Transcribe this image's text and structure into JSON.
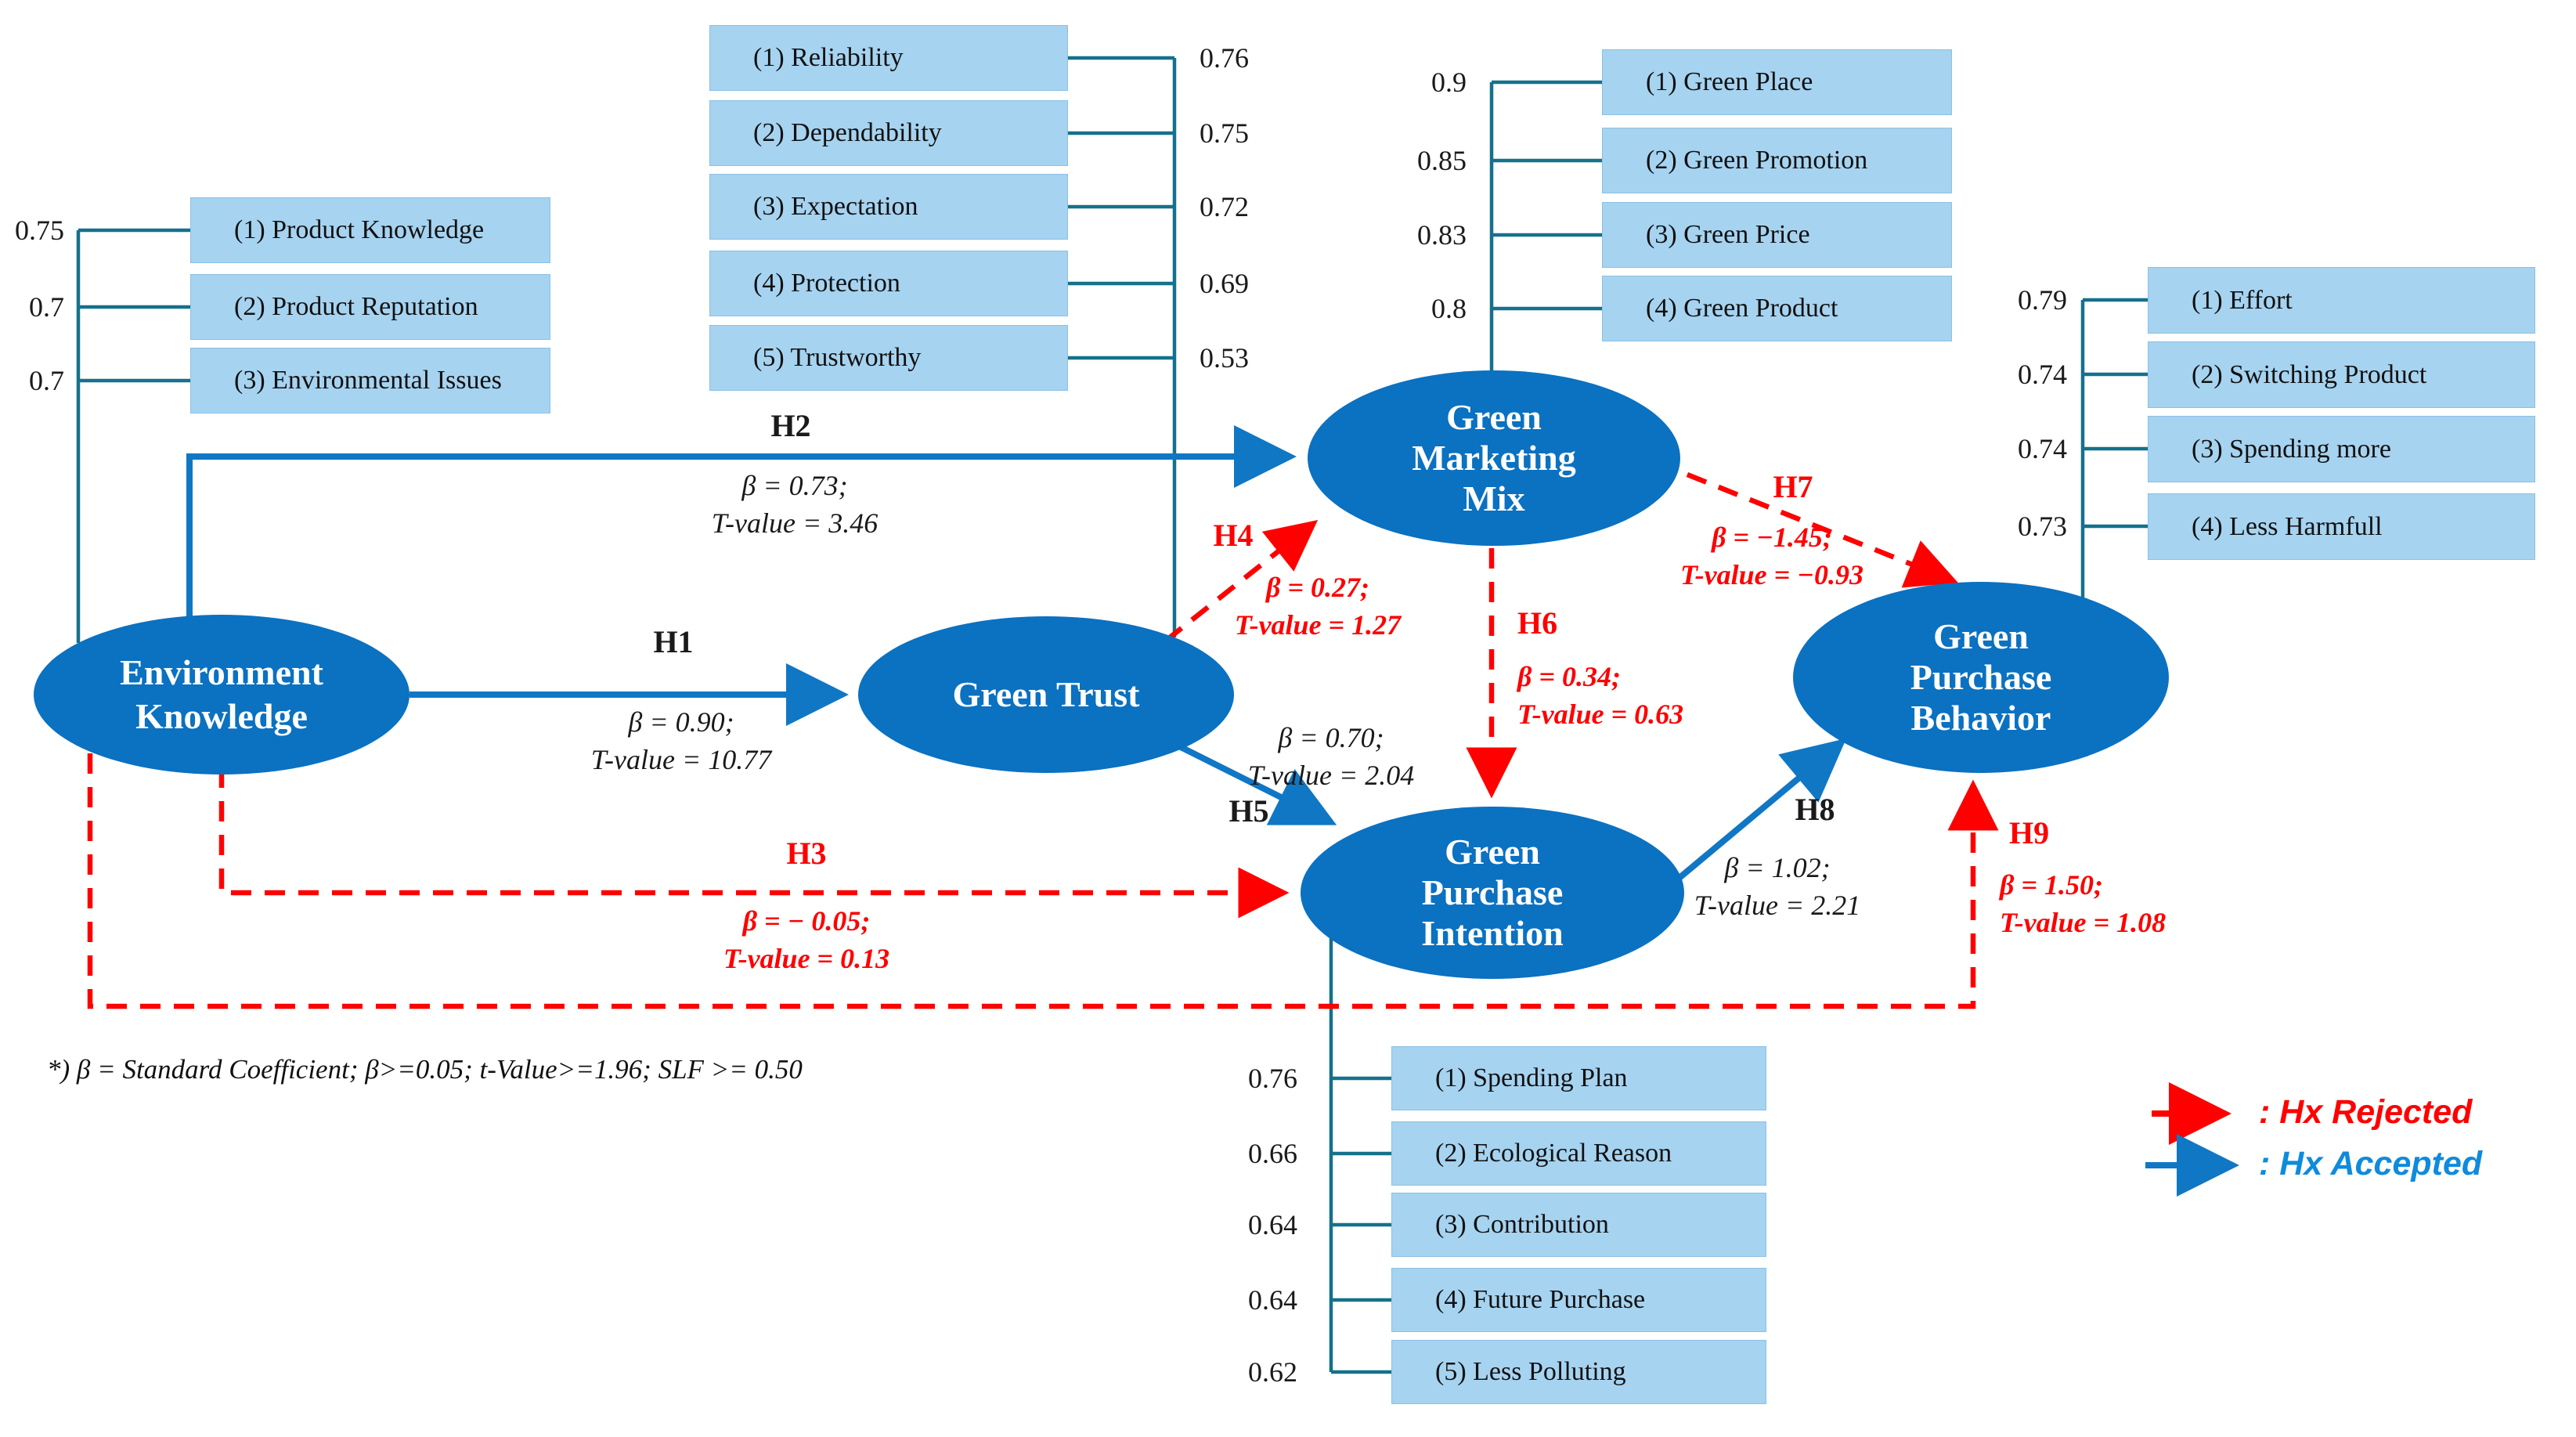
{
  "diagram": {
    "constructs": {
      "environment_knowledge": "Environment\nKnowledge",
      "green_trust": "Green Trust",
      "green_marketing_mix": "Green\nMarketing\nMix",
      "green_purchase_intention": "Green\nPurchase\nIntention",
      "green_purchase_behavior": "Green\nPurchase\nBehavior"
    },
    "indicators": {
      "environment_knowledge": [
        {
          "value": "0.75",
          "label": "(1) Product Knowledge"
        },
        {
          "value": "0.7",
          "label": "(2) Product Reputation"
        },
        {
          "value": "0.7",
          "label": "(3) Environmental Issues"
        }
      ],
      "green_trust": [
        {
          "value": "0.76",
          "label": "(1) Reliability"
        },
        {
          "value": "0.75",
          "label": "(2) Dependability"
        },
        {
          "value": "0.72",
          "label": "(3) Expectation"
        },
        {
          "value": "0.69",
          "label": "(4) Protection"
        },
        {
          "value": "0.53",
          "label": "(5) Trustworthy"
        }
      ],
      "green_marketing_mix": [
        {
          "value": "0.9",
          "label": "(1) Green Place"
        },
        {
          "value": "0.85",
          "label": "(2) Green Promotion"
        },
        {
          "value": "0.83",
          "label": "(3) Green Price"
        },
        {
          "value": "0.8",
          "label": "(4) Green Product"
        }
      ],
      "green_purchase_behavior": [
        {
          "value": "0.79",
          "label": "(1) Effort"
        },
        {
          "value": "0.74",
          "label": "(2) Switching Product"
        },
        {
          "value": "0.74",
          "label": "(3) Spending more"
        },
        {
          "value": "0.73",
          "label": "(4) Less Harmfull"
        }
      ],
      "green_purchase_intention": [
        {
          "value": "0.76",
          "label": "(1) Spending Plan"
        },
        {
          "value": "0.66",
          "label": "(2) Ecological Reason"
        },
        {
          "value": "0.64",
          "label": "(3) Contribution"
        },
        {
          "value": "0.64",
          "label": "(4) Future Purchase"
        },
        {
          "value": "0.62",
          "label": "(5) Less Polluting"
        }
      ]
    },
    "hypotheses": {
      "h1": {
        "label": "H1",
        "beta": "β = 0.90;",
        "tvalue": "T-value = 10.77",
        "status": "accepted"
      },
      "h2": {
        "label": "H2",
        "beta": "β = 0.73;",
        "tvalue": "T-value = 3.46",
        "status": "accepted"
      },
      "h3": {
        "label": "H3",
        "beta": "β = − 0.05;",
        "tvalue": "T-value = 0.13",
        "status": "rejected"
      },
      "h4": {
        "label": "H4",
        "beta": "β = 0.27;",
        "tvalue": "T-value = 1.27",
        "status": "rejected"
      },
      "h5": {
        "label": "H5",
        "beta": "β = 0.70;",
        "tvalue": "T-value = 2.04",
        "status": "accepted"
      },
      "h6": {
        "label": "H6",
        "beta": "β = 0.34;",
        "tvalue": "T-value = 0.63",
        "status": "rejected"
      },
      "h7": {
        "label": "H7",
        "beta": "β = −1.45;",
        "tvalue": "T-value = −0.93",
        "status": "rejected"
      },
      "h8": {
        "label": "H8",
        "beta": "β = 1.02;",
        "tvalue": "T-value = 2.21",
        "status": "accepted"
      },
      "h9": {
        "label": "H9",
        "beta": "β = 1.50;",
        "tvalue": "T-value = 1.08",
        "status": "rejected"
      }
    },
    "footnote": "*) β = Standard Coefficient; β>=0.05; t-Value>=1.96; SLF >= 0.50",
    "legend": {
      "rejected": ": Hx Rejected",
      "accepted": ": Hx Accepted"
    },
    "colors": {
      "accepted_blue": "#1077c5",
      "rejected_red": "#ff0000",
      "ellipse_blue": "#0b71c1",
      "indicator_box": "#a6d3f0",
      "connector_teal": "#15718c",
      "legend_accepted_text": "#0f8bdc"
    }
  }
}
